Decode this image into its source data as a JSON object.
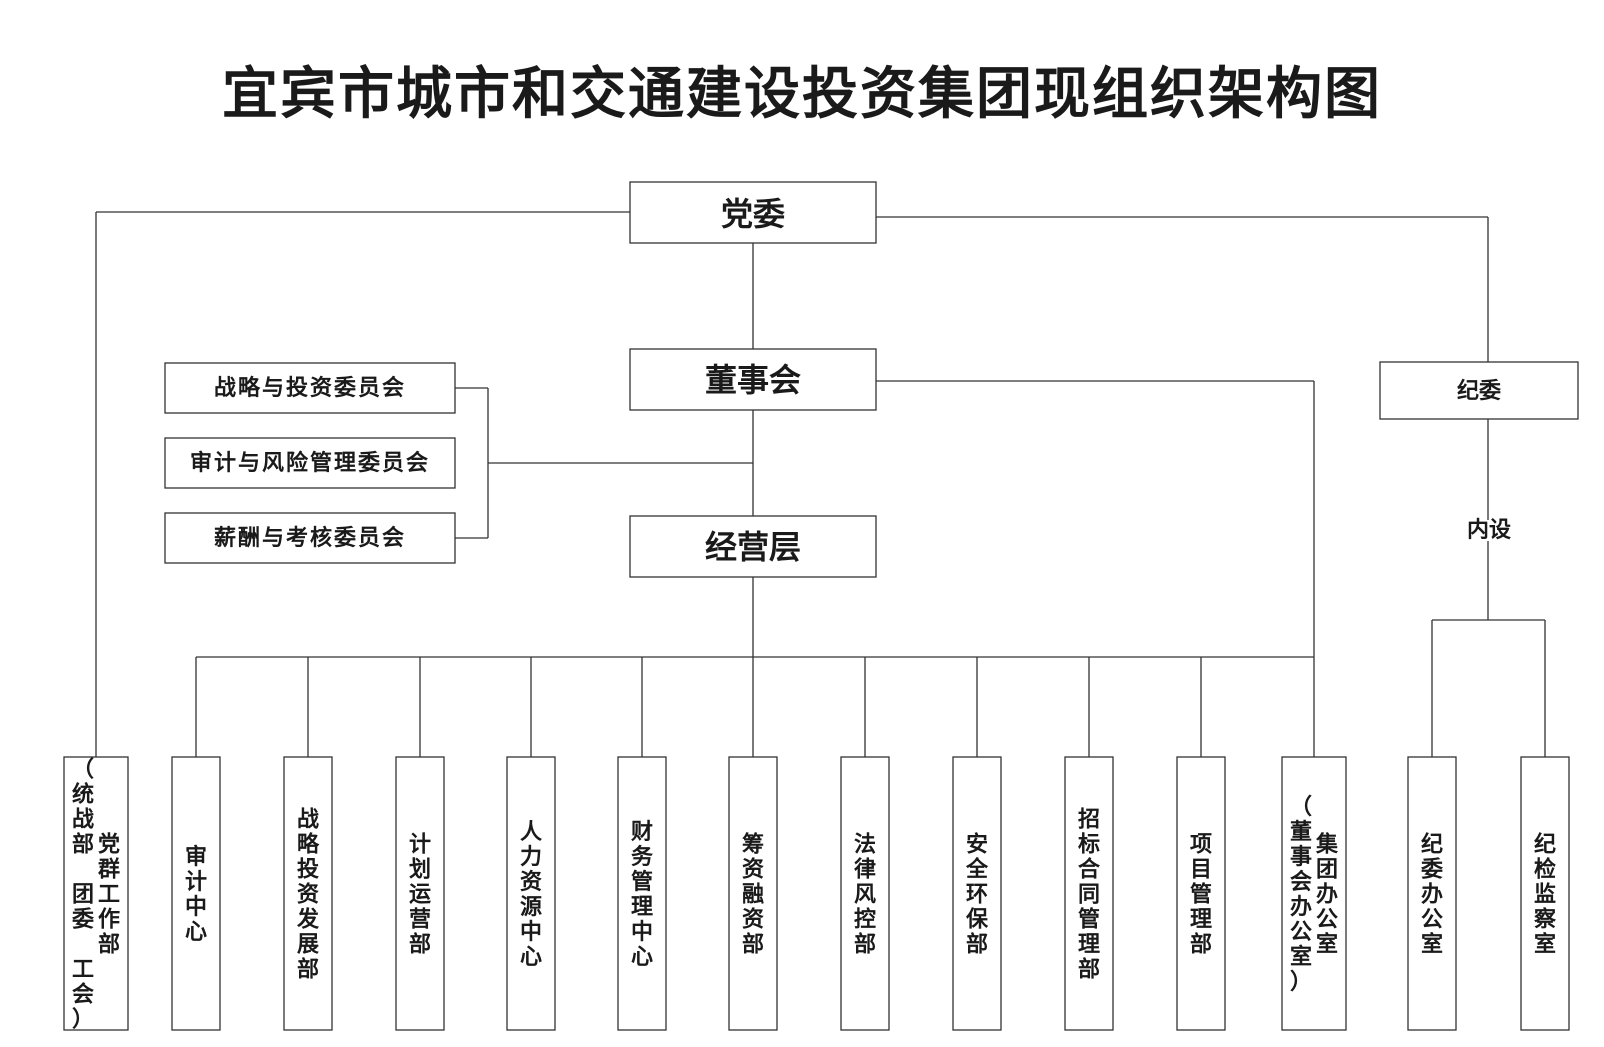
{
  "title": "宜宾市城市和交通建设投资集团现组织架构图",
  "nodes": {
    "party_committee": "党委",
    "board": "董事会",
    "management": "经营层",
    "discipline_committee": "纪委",
    "internal_label": "内设"
  },
  "committees": [
    "战略与投资委员会",
    "审计与风险管理委员会",
    "薪酬与考核委员会"
  ],
  "departments": [
    {
      "columns": [
        "（统战部 团委 工会）",
        "党群工作部"
      ]
    },
    {
      "columns": [
        "审计中心"
      ]
    },
    {
      "columns": [
        "战略投资发展部"
      ]
    },
    {
      "columns": [
        "计划运营部"
      ]
    },
    {
      "columns": [
        "人力资源中心"
      ]
    },
    {
      "columns": [
        "财务管理中心"
      ]
    },
    {
      "columns": [
        "筹资融资部"
      ]
    },
    {
      "columns": [
        "法律风控部"
      ]
    },
    {
      "columns": [
        "安全环保部"
      ]
    },
    {
      "columns": [
        "招标合同管理部"
      ]
    },
    {
      "columns": [
        "项目管理部"
      ]
    },
    {
      "columns": [
        "（董事会办公室）",
        "集团办公室"
      ]
    },
    {
      "columns": [
        "纪委办公室"
      ]
    },
    {
      "columns": [
        "纪检监察室"
      ]
    }
  ]
}
